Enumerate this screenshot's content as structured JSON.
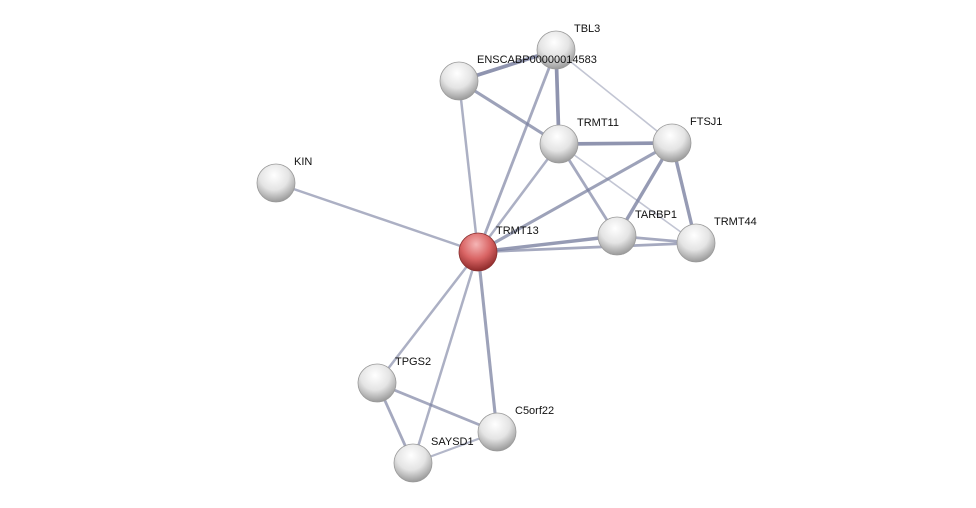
{
  "network": {
    "query_node": "TRMT13",
    "colors": {
      "query": "#d9534f",
      "node": "#e6e6e6",
      "edge": "#7a80a0"
    },
    "nodes": [
      {
        "id": "TBL3",
        "label": "TBL3"
      },
      {
        "id": "ENSCABP00000014583",
        "label": "ENSCABP00000014583"
      },
      {
        "id": "TRMT11",
        "label": "TRMT11"
      },
      {
        "id": "FTSJ1",
        "label": "FTSJ1"
      },
      {
        "id": "KIN",
        "label": "KIN"
      },
      {
        "id": "TRMT13",
        "label": "TRMT13"
      },
      {
        "id": "TARBP1",
        "label": "TARBP1"
      },
      {
        "id": "TRMT44",
        "label": "TRMT44"
      },
      {
        "id": "TPGS2",
        "label": "TPGS2"
      },
      {
        "id": "C5orf22",
        "label": "C5orf22"
      },
      {
        "id": "SAYSD1",
        "label": "SAYSD1"
      }
    ],
    "edges": [
      {
        "source": "ENSCABP00000014583",
        "target": "TBL3",
        "strength": 0.9
      },
      {
        "source": "ENSCABP00000014583",
        "target": "TRMT11",
        "strength": 0.7
      },
      {
        "source": "ENSCABP00000014583",
        "target": "TRMT13",
        "strength": 0.5
      },
      {
        "source": "TBL3",
        "target": "TRMT11",
        "strength": 0.9
      },
      {
        "source": "TBL3",
        "target": "FTSJ1",
        "strength": 0.2
      },
      {
        "source": "TBL3",
        "target": "TRMT13",
        "strength": 0.6
      },
      {
        "source": "TRMT11",
        "target": "FTSJ1",
        "strength": 0.9
      },
      {
        "source": "TRMT11",
        "target": "TRMT13",
        "strength": 0.5
      },
      {
        "source": "TRMT11",
        "target": "TARBP1",
        "strength": 0.6
      },
      {
        "source": "TRMT11",
        "target": "TRMT44",
        "strength": 0.2
      },
      {
        "source": "FTSJ1",
        "target": "TRMT13",
        "strength": 0.7
      },
      {
        "source": "FTSJ1",
        "target": "TARBP1",
        "strength": 0.8
      },
      {
        "source": "FTSJ1",
        "target": "TRMT44",
        "strength": 0.8
      },
      {
        "source": "TRMT13",
        "target": "TARBP1",
        "strength": 0.8
      },
      {
        "source": "TRMT13",
        "target": "TRMT44",
        "strength": 0.6
      },
      {
        "source": "TARBP1",
        "target": "TRMT44",
        "strength": 0.6
      },
      {
        "source": "KIN",
        "target": "TRMT13",
        "strength": 0.5
      },
      {
        "source": "TRMT13",
        "target": "TPGS2",
        "strength": 0.5
      },
      {
        "source": "TRMT13",
        "target": "SAYSD1",
        "strength": 0.5
      },
      {
        "source": "TRMT13",
        "target": "C5orf22",
        "strength": 0.7
      },
      {
        "source": "TPGS2",
        "target": "C5orf22",
        "strength": 0.6
      },
      {
        "source": "TPGS2",
        "target": "SAYSD1",
        "strength": 0.6
      },
      {
        "source": "SAYSD1",
        "target": "C5orf22",
        "strength": 0.4
      }
    ]
  }
}
